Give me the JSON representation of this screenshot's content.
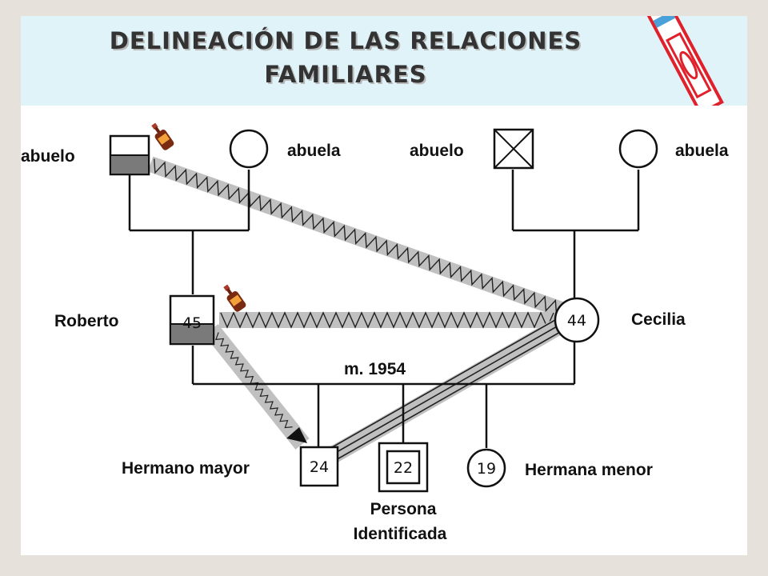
{
  "title": {
    "line1": "DELINEACIÓN DE LAS RELACIONES",
    "line2": "FAMILIARES"
  },
  "people": {
    "paternal_grandfather": {
      "label": "abuelo"
    },
    "paternal_grandmother": {
      "label": "abuela"
    },
    "maternal_grandfather": {
      "label": "abuelo"
    },
    "maternal_grandmother": {
      "label": "abuela"
    },
    "father": {
      "label": "Roberto",
      "age": "45"
    },
    "mother": {
      "label": "Cecilia",
      "age": "44"
    },
    "older_brother": {
      "label": "Hermano mayor",
      "age": "24"
    },
    "identified_person": {
      "label_line1": "Persona",
      "label_line2": "Identificada",
      "age": "22"
    },
    "younger_sister": {
      "label": "Hermana menor",
      "age": "19"
    }
  },
  "marriage": {
    "label": "m. 1954"
  },
  "icons": [
    "bottle-icon",
    "pencil-icon",
    "deceased-cross-icon",
    "arrow-icon"
  ],
  "colors": {
    "header_bg": "#dff3f8",
    "relation_band": "#c0c0c0",
    "substance_fill": "#7a7a7a",
    "pencil_red": "#e0202a"
  }
}
